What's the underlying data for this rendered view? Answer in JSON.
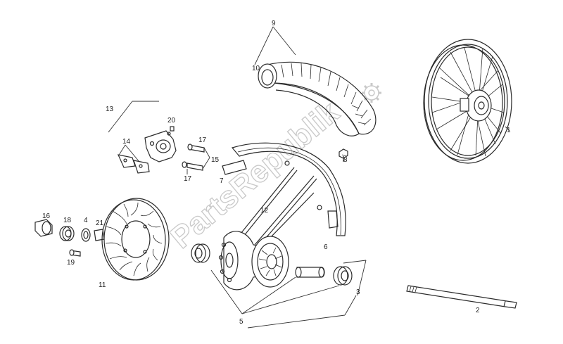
{
  "watermark": "PartsRepublik",
  "callouts": {
    "c1": "1",
    "c2": "2",
    "c3": "3",
    "c4": "4",
    "c5": "5",
    "c6": "6",
    "c7": "7",
    "c8": "8",
    "c9": "9",
    "c10": "10",
    "c11": "11",
    "c12": "12",
    "c13": "13",
    "c14": "14",
    "c15": "15",
    "c16": "16",
    "c17a": "17",
    "c17b": "17",
    "c18": "18",
    "c19": "19",
    "c20": "20",
    "c21": "21"
  },
  "colors": {
    "line": "#2b2b2b",
    "watermark": "#c9c9c9"
  }
}
